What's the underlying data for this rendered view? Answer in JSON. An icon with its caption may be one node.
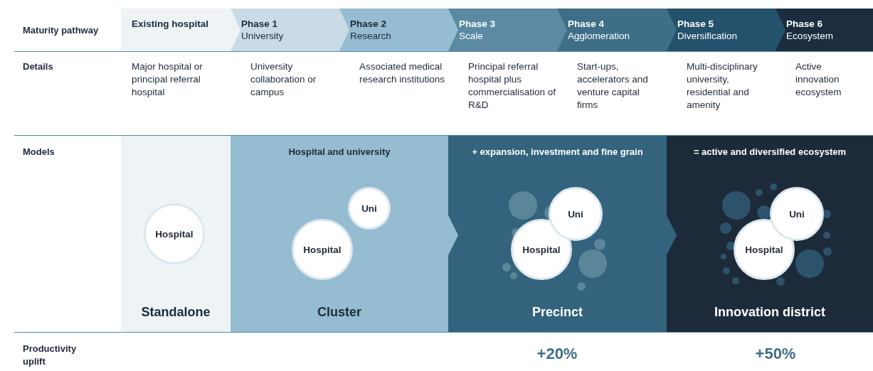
{
  "diagram": {
    "nodes": [
      {
        "text": [
          "Existing hospital"
        ]
      },
      {
        "text": [
          "Phase 1",
          "University"
        ]
      },
      {
        "text": [
          "Phase 2",
          "Research"
        ]
      },
      {
        "text": [
          "Phase 3",
          "Scale"
        ]
      },
      {
        "text": [
          "Phase 4",
          "Agglomeration"
        ]
      },
      {
        "text": [
          "Phase 5",
          "Diversification"
        ]
      },
      {
        "text": [
          "Phase 6",
          "Ecosystem"
        ]
      },
      {
        "text": [
          "Standalone"
        ]
      },
      {
        "text": [
          "Hospital"
        ],
        "in": 7
      },
      {
        "text": [
          "Hospital and university",
          "Cluster"
        ]
      },
      {
        "text": [
          "Hospital"
        ],
        "in": 9
      },
      {
        "text": [
          "Uni"
        ],
        "in": 9
      },
      {
        "text": [
          "+ expansion, investment and fine grain",
          "Precinct"
        ]
      },
      {
        "text": [
          "Hospital"
        ],
        "in": 12
      },
      {
        "text": [
          "Uni"
        ],
        "in": 12
      },
      {
        "text": [
          "= active and diversified ecosystem",
          "Innovation district"
        ]
      },
      {
        "text": [
          "Hospital"
        ],
        "in": 15
      },
      {
        "text": [
          "Uni"
        ],
        "in": 15
      }
    ],
    "edges": [],
    "labels": [
      "Maturity pathway",
      "Details",
      "Major hospital or principal referral hospital",
      "University collaboration or campus",
      "Associated medical research institutions",
      "Principal referral hospital plus commercialisation of R&D",
      "Start-ups, accelerators and venture capital firms",
      "Multi-disciplinary university, residential and amenity",
      "Active innovation ecosystem",
      "Models",
      "Productivity uplift",
      "+20%",
      "+50%"
    ]
  }
}
